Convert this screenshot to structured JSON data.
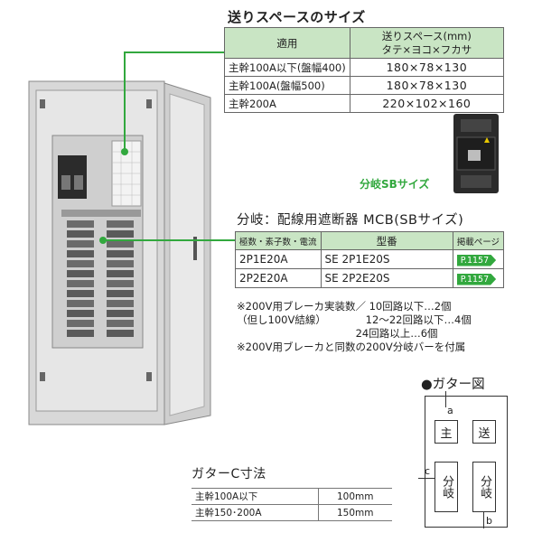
{
  "space_section": {
    "title": "送りスペースのサイズ",
    "header_apply": "適用",
    "header_space_line1": "送りスペース(mm)",
    "header_space_line2": "タテ×ヨコ×フカサ",
    "rows": [
      {
        "apply": "主幹100A以下(盤幅400)",
        "dims": "180×78×130"
      },
      {
        "apply": "主幹100A(盤幅500)",
        "dims": "180×78×130"
      },
      {
        "apply": "主幹200A",
        "dims": "220×102×160"
      }
    ]
  },
  "sb_label": "分岐SBサイズ",
  "breaker_section": {
    "title": "分岐：配線用遮断器 MCB(SBサイズ)",
    "header_poles": "極数・素子数・電流",
    "header_model": "型番",
    "header_page": "掲載ページ",
    "rows": [
      {
        "poles": "2P1E20A",
        "model": "SE 2P1E20S",
        "page": "P.1157"
      },
      {
        "poles": "2P2E20A",
        "model": "SE 2P2E20S",
        "page": "P.1157"
      }
    ]
  },
  "notes": [
    "※200V用ブレーカ実装数／ 10回路以下…2個",
    "（但し100V結線）            12～22回路以下…4個",
    "                                    24回路以上…6個",
    "※200V用ブレーカと同数の200V分岐バーを付属"
  ],
  "gutter_diagram": {
    "title": "●ガター図",
    "label_a": "a",
    "label_b": "b",
    "label_c": "c",
    "box_main": "主",
    "box_send": "送",
    "box_branch_left": "分岐",
    "box_branch_right": "分岐"
  },
  "gutter_c": {
    "title": "ガターC寸法",
    "rows": [
      {
        "label": "主幹100A以下",
        "value": "100mm"
      },
      {
        "label": "主幹150･200A",
        "value": "150mm"
      }
    ]
  },
  "colors": {
    "accent_green": "#32a83e",
    "header_green": "#c9e5c4",
    "cabinet_gray": "#d6d6d6"
  }
}
